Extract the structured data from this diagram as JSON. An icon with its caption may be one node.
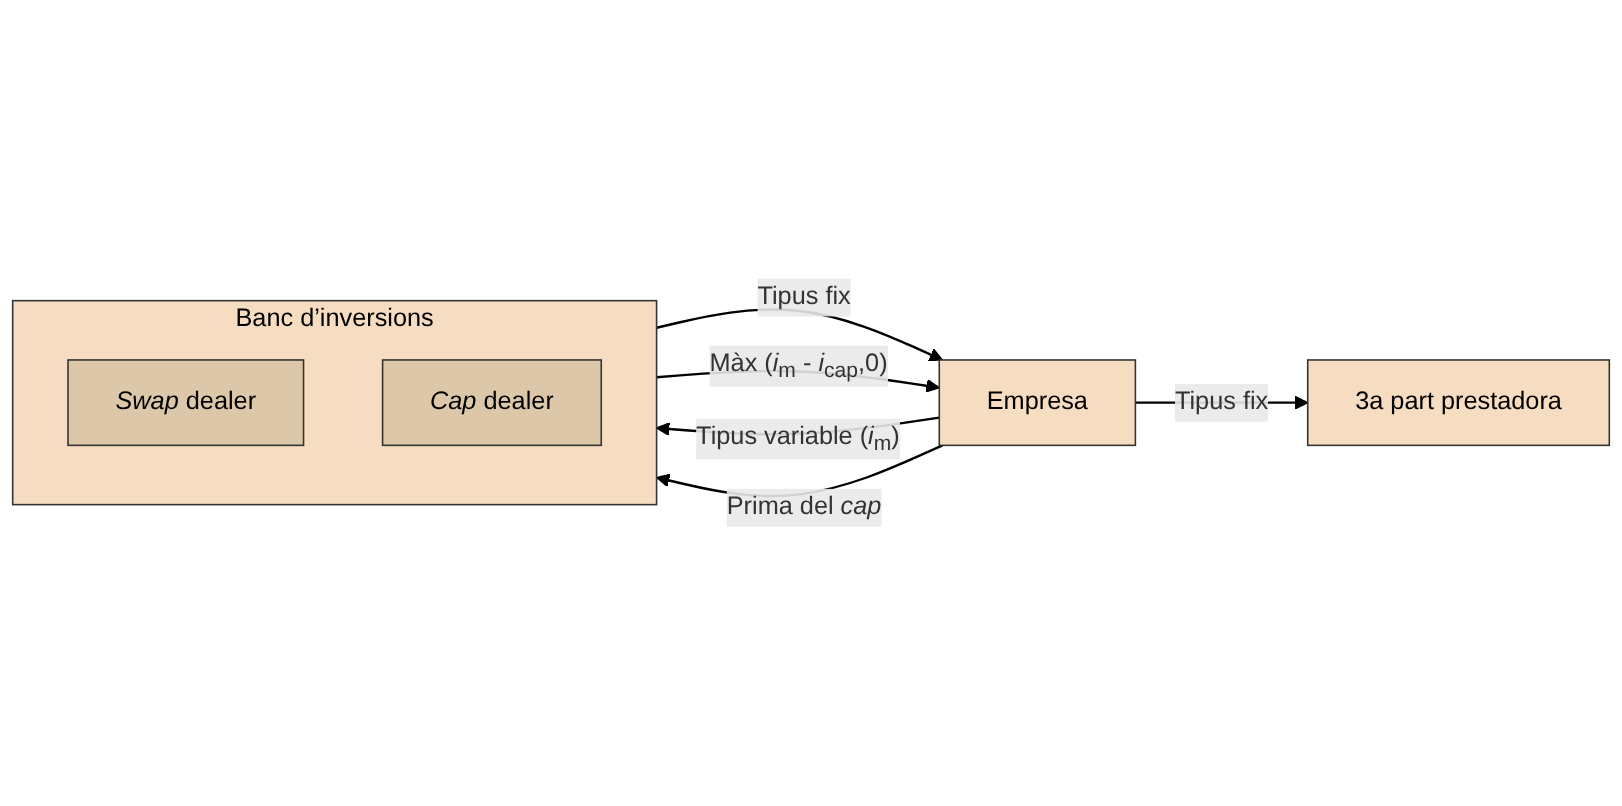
{
  "diagram": {
    "nodes": [
      {
        "text": [
          "Banc d’inversions"
        ]
      },
      {
        "text": [
          "*Swap* dealer"
        ],
        "in": 0
      },
      {
        "text": [
          "*Cap* dealer"
        ],
        "in": 0
      },
      {
        "text": [
          "Empresa"
        ]
      },
      {
        "text": [
          "3a part prestadora"
        ]
      }
    ],
    "edges": [
      {
        "from": 0,
        "to": 3,
        "label": "Tipus fix",
        "arrow": "to"
      },
      {
        "from": 3,
        "to": 0,
        "label": "Tipus variable (*i*$_{m}$)",
        "arrow": "to"
      },
      {
        "from": 0,
        "to": 3,
        "label": "Màx (*i*$_{m}$ - *i*$_{cap}$,0)",
        "arrow": "to"
      },
      {
        "from": 3,
        "to": 0,
        "label": "Prima del *cap*",
        "arrow": "to"
      },
      {
        "from": 3,
        "to": 4,
        "label": "Tipus fix",
        "arrow": "to"
      }
    ]
  }
}
